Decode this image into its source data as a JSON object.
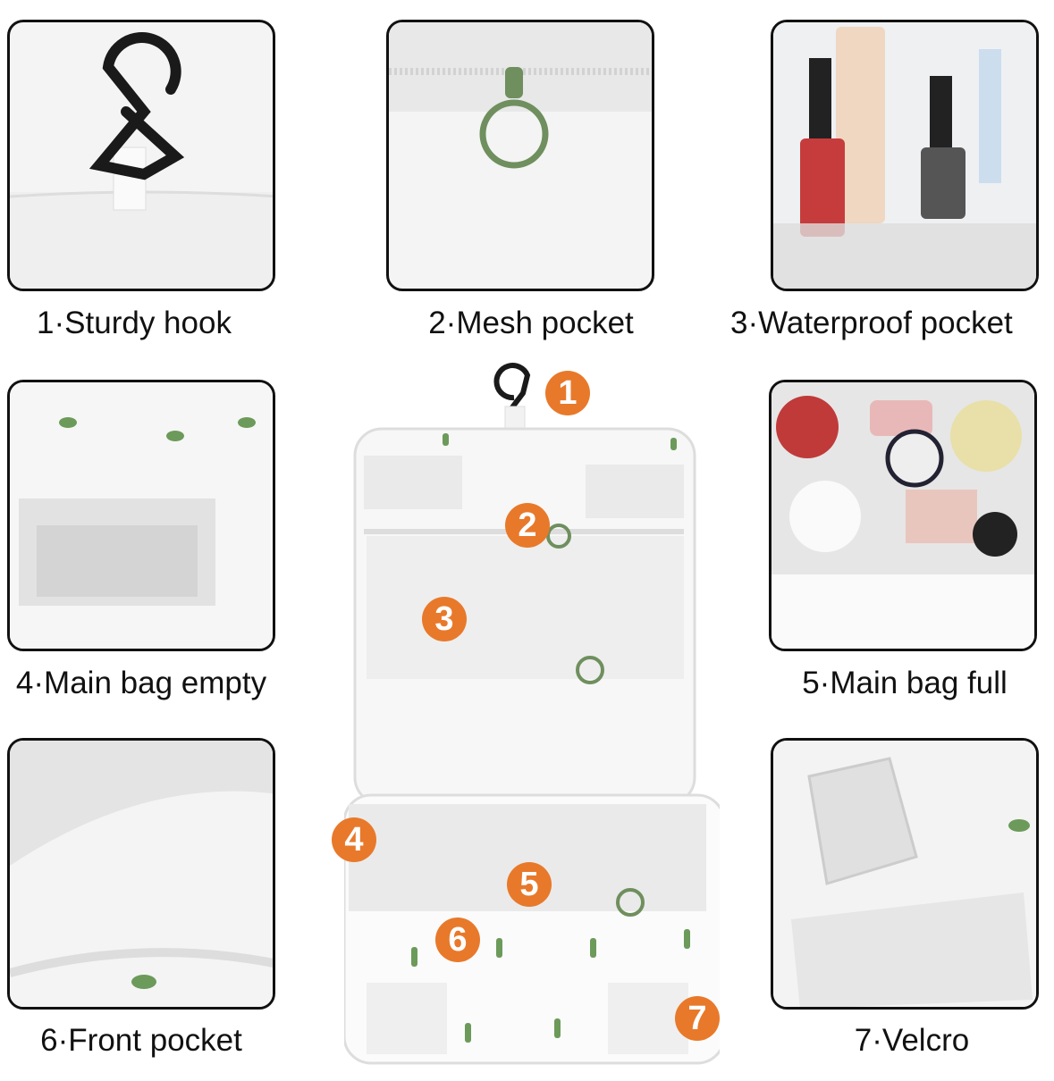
{
  "features": [
    {
      "number": "1",
      "caption": "1·Sturdy hook"
    },
    {
      "number": "2",
      "caption": "2·Mesh pocket"
    },
    {
      "number": "3",
      "caption": "3·Waterproof pocket"
    },
    {
      "number": "4",
      "caption": "4·Main bag empty"
    },
    {
      "number": "5",
      "caption": "5·Main bag full"
    },
    {
      "number": "6",
      "caption": "6·Front pocket"
    },
    {
      "number": "7",
      "caption": "7·Velcro"
    }
  ],
  "colors": {
    "badge": "#e8792a",
    "hook": "#1a1a1a",
    "ring": "#6f8f5e",
    "cactus": "#6c9a5a"
  }
}
